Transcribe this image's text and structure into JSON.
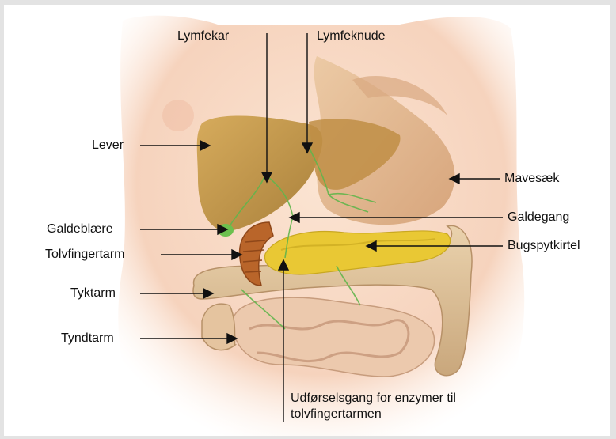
{
  "labels": {
    "lymfekar": "Lymfekar",
    "lymfeknude": "Lymfeknude",
    "lever": "Lever",
    "mavesaek": "Mavesæk",
    "galdeblaere": "Galdeblære",
    "galdegang": "Galdegang",
    "tolvfingertarm": "Tolvfingertarm",
    "bugspytkirtel": "Bugspytkirtel",
    "tyktarm": "Tyktarm",
    "tyndtarm": "Tyndtarm",
    "udforselsgang_line1": "Udførselsgang for enzymer til",
    "udforselsgang_line2": "tolvfingertarmen"
  },
  "colors": {
    "skin": "#f6d3bd",
    "liver": "#c79a4c",
    "stomach": "#e4b78e",
    "pancreas": "#e9c834",
    "duodenum": "#b9652a",
    "colon": "#e0c29a",
    "small_intestine": "#ecc9ad",
    "lymph": "#62b54c",
    "gallbladder": "#6cc04e"
  }
}
